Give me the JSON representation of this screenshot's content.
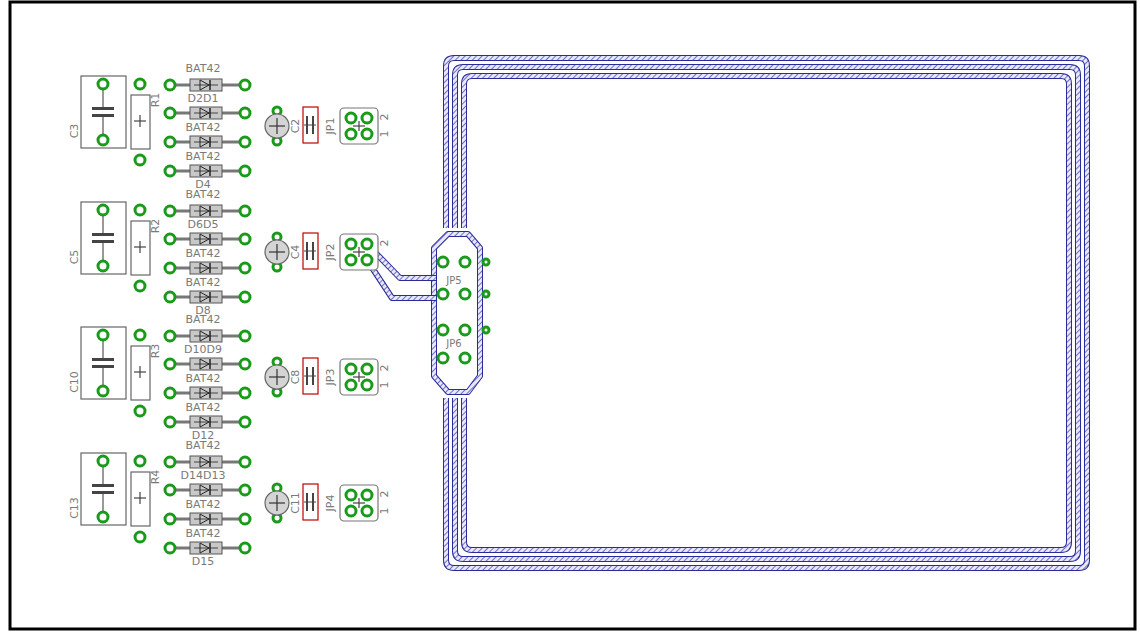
{
  "diagram": {
    "labels": [
      "C3",
      "R1",
      "BAT42",
      "D2D1",
      "BAT42",
      "BAT42",
      "D4",
      "C2",
      "JP1",
      "2",
      "1",
      "C5",
      "R2",
      "BAT42",
      "D6D5",
      "BAT42",
      "BAT42",
      "D8",
      "C4",
      "JP2",
      "2",
      "C10",
      "R3",
      "BAT42",
      "D10D9",
      "BAT42",
      "BAT42",
      "D12",
      "C8",
      "JP3",
      "2",
      "1",
      "C13",
      "R4",
      "BAT42",
      "D14D13",
      "BAT42",
      "BAT42",
      "D15",
      "C11",
      "JP4",
      "2",
      "1",
      "JP5",
      "JP6"
    ]
  }
}
